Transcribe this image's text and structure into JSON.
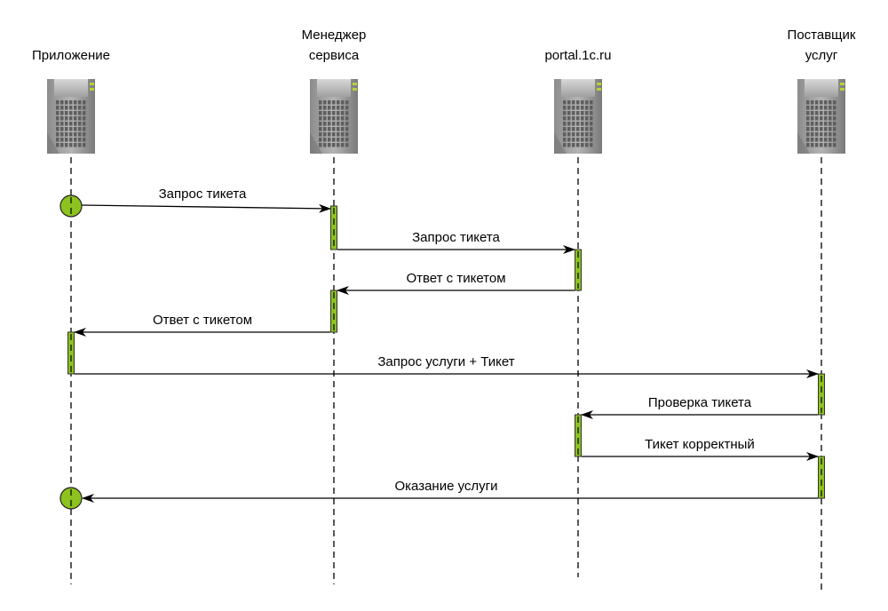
{
  "participants": [
    {
      "id": "app",
      "lines": [
        "Приложение"
      ]
    },
    {
      "id": "manager",
      "lines": [
        "Менеджер",
        "сервиса"
      ]
    },
    {
      "id": "portal",
      "lines": [
        "portal.1c.ru"
      ]
    },
    {
      "id": "provider",
      "lines": [
        "Поставщик",
        "услуг"
      ]
    }
  ],
  "messages": [
    {
      "from": "app",
      "to": "manager",
      "label": "Запрос тикета"
    },
    {
      "from": "manager",
      "to": "portal",
      "label": "Запрос тикета"
    },
    {
      "from": "portal",
      "to": "manager",
      "label": "Ответ с тикетом"
    },
    {
      "from": "manager",
      "to": "app",
      "label": "Ответ с тикетом"
    },
    {
      "from": "app",
      "to": "provider",
      "label": "Запрос услуги + Тикет"
    },
    {
      "from": "provider",
      "to": "portal",
      "label": "Проверка тикета"
    },
    {
      "from": "portal",
      "to": "provider",
      "label": "Тикет корректный"
    },
    {
      "from": "provider",
      "to": "app",
      "label": "Оказание услуги"
    }
  ],
  "colors": {
    "activation": "#8dc21f",
    "line": "#000000",
    "server_body": "#9a9a9a",
    "server_led": "#b5d334"
  }
}
